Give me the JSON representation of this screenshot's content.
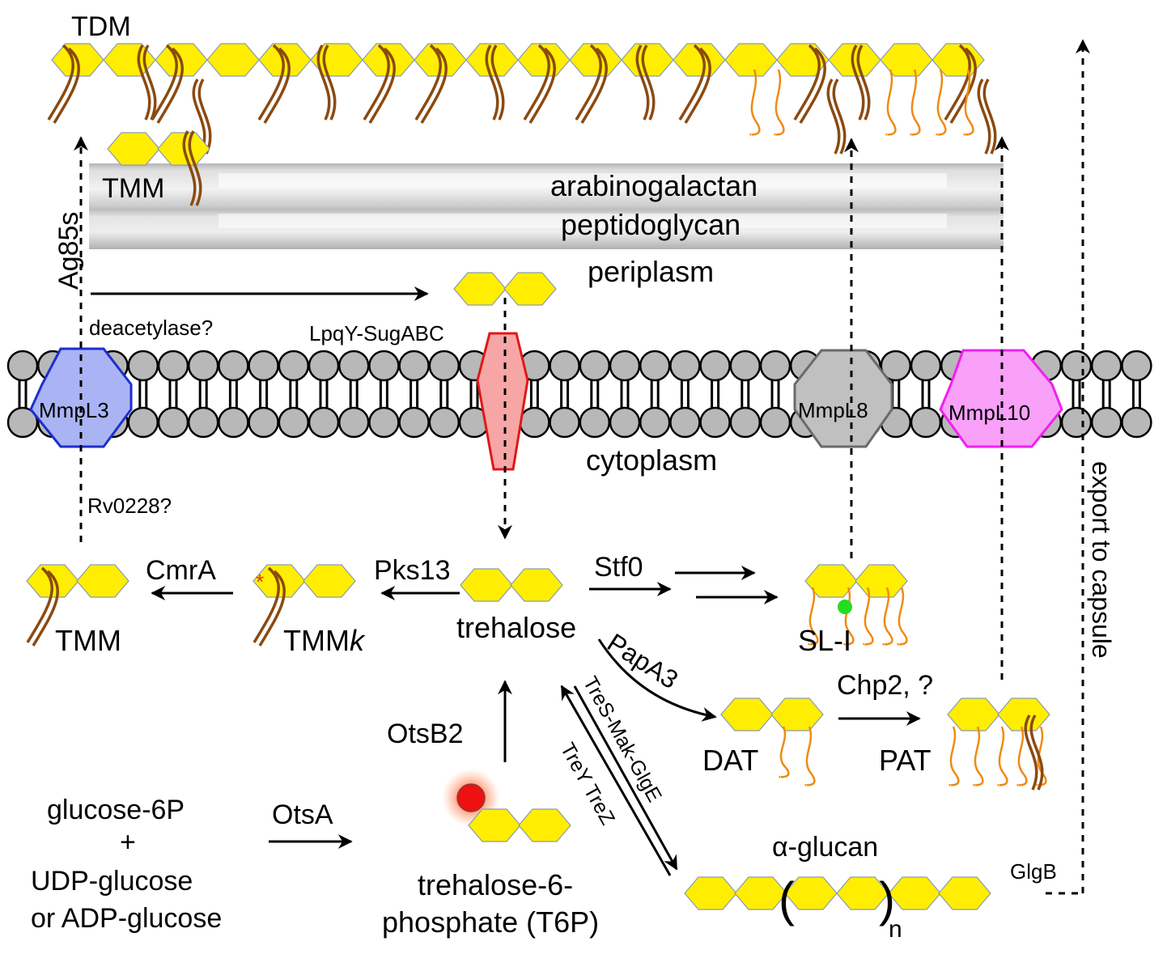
{
  "labels": {
    "tdm": "TDM",
    "tmm_top": "TMM",
    "arabinogalactan": "arabinogalactan",
    "peptidoglycan": "peptidoglycan",
    "periplasm": "periplasm",
    "ag85s": "Ag85s",
    "deacetylase": "deacetylase?",
    "lpqy": "LpqY-SugABC",
    "mmpl3": "MmpL3",
    "mmpl8": "MmpL8",
    "mmpl10": "MmpL10",
    "cytoplasm": "cytoplasm",
    "rv0228": "Rv0228?",
    "export": "export to capsule",
    "cmra": "CmrA",
    "pks13": "Pks13",
    "stf0": "Stf0",
    "tmm": "TMM",
    "tmmk_main": "TMM",
    "tmmk_italic": "k",
    "trehalose": "trehalose",
    "sl1": "SL-I",
    "papa3": "PapA3",
    "chp2": "Chp2, ?",
    "dat": "DAT",
    "pat": "PAT",
    "otsb2": "OtsB2",
    "tres": "TreS-Mak-GlgE",
    "trey": "TreY TreZ",
    "glucose6p": "glucose-6P",
    "plus": "+",
    "udp": "UDP-glucose",
    "adp": "or ADP-glucose",
    "otsa": "OtsA",
    "t6p_line1": "trehalose-6-",
    "t6p_line2": "phosphate (T6P)",
    "alpha_glucan": "α-glucan",
    "paren_open": "(",
    "paren_close": ")",
    "subscript_n": "n",
    "glgb": "GlgB"
  },
  "colors": {
    "sugar": "#ffee00",
    "sugar_edge": "#8a9ab0",
    "long_chain": "#8b4a10",
    "short_chain": "#f08a10",
    "mmpl3": "#aab4f4",
    "mmpl3_edge": "#1c2fd0",
    "sugabc": "#f7a6a6",
    "sugabc_edge": "#e01818",
    "mmpl8": "#c0c0c0",
    "mmpl8_edge": "#6a6a6a",
    "mmpl10": "#f9a0f9",
    "mmpl10_edge": "#f020f0",
    "lipid_head": "#b8b8b8",
    "phosphate": "#ee1111",
    "sulfate_dot": "#22dd22",
    "wall_band": "#d0d0d0"
  }
}
